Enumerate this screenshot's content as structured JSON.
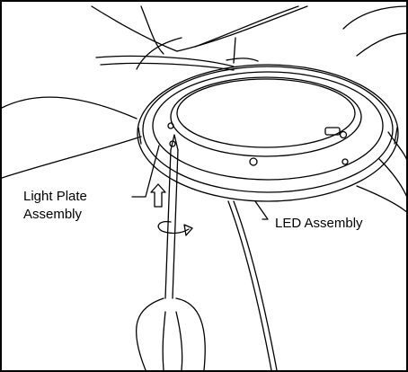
{
  "labels": {
    "light_plate_line1": "Light Plate",
    "light_plate_line2": "Assembly",
    "led_assembly": "LED Assembly"
  },
  "icons": {
    "up_arrow": "push-up-arrow-icon",
    "rotate_arrow": "rotate-arrow-icon",
    "screwdriver": "screwdriver-icon"
  },
  "colors": {
    "line": "#000000",
    "background": "#ffffff"
  }
}
